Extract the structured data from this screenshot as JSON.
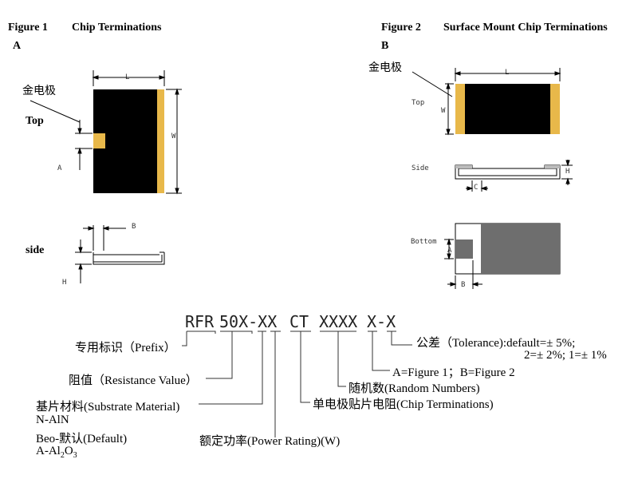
{
  "figure1": {
    "number": "Figure 1",
    "title": "Chip Terminations",
    "sublabel": "A",
    "electrode_label": "金电极",
    "top_label": "Top",
    "side_label": "side",
    "dims": {
      "L": "L",
      "W": "W",
      "A": "A",
      "B": "B",
      "H": "H"
    }
  },
  "figure2": {
    "number": "Figure 2",
    "title": "Surface Mount Chip Terminations",
    "sublabel": "B",
    "electrode_label": "金电极",
    "top_label": "Top",
    "side_label": "Side",
    "bottom_label": "Bottom",
    "dims": {
      "L": "L",
      "W": "W",
      "H": "H",
      "C": "C",
      "A": "A",
      "B": "B"
    }
  },
  "part_code": {
    "segments": [
      "RFR",
      "50X-XX",
      "CT",
      "XXXX",
      "X-X"
    ]
  },
  "legend": {
    "prefix": "专用标识（Prefix）",
    "resistance": "阻值（Resistance Value）",
    "substrate_title": "基片材料(Substrate Material)",
    "substrate_1": "N-AlN",
    "substrate_2": "Beo-默认(Default)",
    "substrate_3_pre": "A-Al",
    "substrate_3_sub1": "2",
    "substrate_3_mid": "O",
    "substrate_3_sub2": "3",
    "power": "额定功率(Power Rating)(W)",
    "tolerance_1": "公差（Tolerance):default=± 5%;",
    "tolerance_2": "2=± 2%;  1=± 1%",
    "figure_type": "A=Figure  1；B=Figure  2",
    "random": "随机数(Random Numbers)",
    "chip_term": "单电极贴片电阻(Chip  Terminations)"
  },
  "colors": {
    "chip_body": "#000000",
    "gold_electrode": "#e8b84a",
    "bottom_pad": "#6e6e6e",
    "line": "#000000"
  }
}
